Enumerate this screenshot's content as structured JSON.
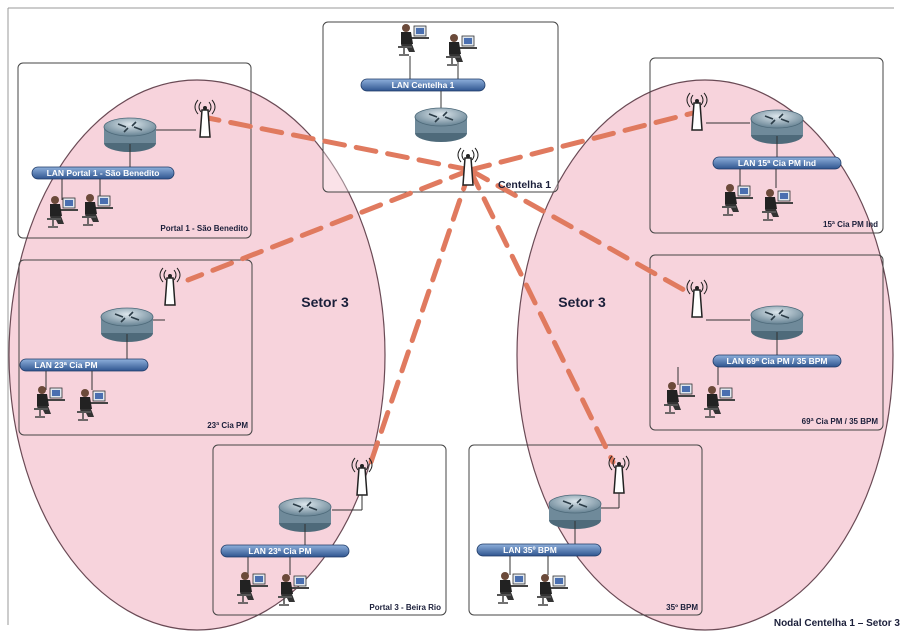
{
  "title": "Nodal Centelha 1 – Setor 3",
  "sectors": [
    {
      "label": "Setor 3"
    },
    {
      "label": "Setor 3"
    }
  ],
  "nodes": [
    {
      "id": "centelha",
      "caption": "Centelha 1",
      "lan": "LAN Centelha 1"
    },
    {
      "id": "portal1",
      "caption": "Portal 1 - São Benedito",
      "lan": "LAN Portal 1 - São Benedito"
    },
    {
      "id": "cia23",
      "caption": "23ª Cia PM",
      "lan": "LAN 23ª Cia PM"
    },
    {
      "id": "portal3",
      "caption": "Portal 3 - Beira Rio",
      "lan": "LAN 23ª Cia PM"
    },
    {
      "id": "bpm35",
      "caption": "35º BPM",
      "lan": "LAN 35º BPM"
    },
    {
      "id": "cia69",
      "caption": "69ª Cia PM / 35 BPM",
      "lan": "LAN 69ª Cia PM / 35 BPM"
    },
    {
      "id": "cia15",
      "caption": "15ª Cia PM Ind",
      "lan": "LAN 15ª Cia PM Ind"
    }
  ],
  "colors": {
    "sector_fill": "#f7d3dc",
    "sector_stroke": "#6a4a55",
    "link": "#e07a5f",
    "lan_bar": "#5b7fb5",
    "router": "#8aa4b4"
  },
  "icons": [
    "router-icon",
    "antenna-icon",
    "workstation-icon"
  ]
}
